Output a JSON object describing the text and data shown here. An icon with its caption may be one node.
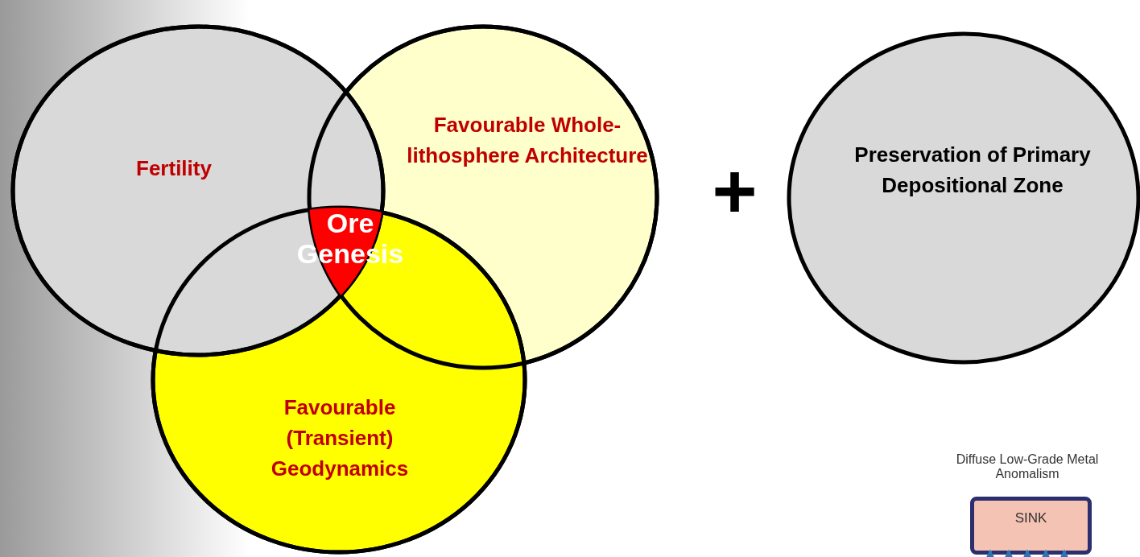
{
  "diagram": {
    "nodes": [
      {
        "text": [
          "Fertility"
        ]
      },
      {
        "text": [
          "Favourable Whole-lithosphere Architecture"
        ]
      },
      {
        "text": [
          "Favourable (Transient) Geodynamics"
        ]
      },
      {
        "text": [
          "Ore Genesis"
        ]
      },
      {
        "text": [
          "Preservation of Primary Depositional Zone"
        ]
      },
      {
        "text": [
          "SINK"
        ]
      }
    ],
    "edges": [
      {
        "from": null,
        "to": 5,
        "arrow": "to"
      },
      {
        "from": null,
        "to": 5,
        "arrow": "to"
      },
      {
        "from": null,
        "to": 5,
        "arrow": "to"
      },
      {
        "from": null,
        "to": 5,
        "arrow": "to"
      },
      {
        "from": null,
        "to": 5,
        "arrow": "to"
      }
    ],
    "labels": [
      "+",
      "Diffuse Low-Grade Metal Anomalism"
    ]
  }
}
